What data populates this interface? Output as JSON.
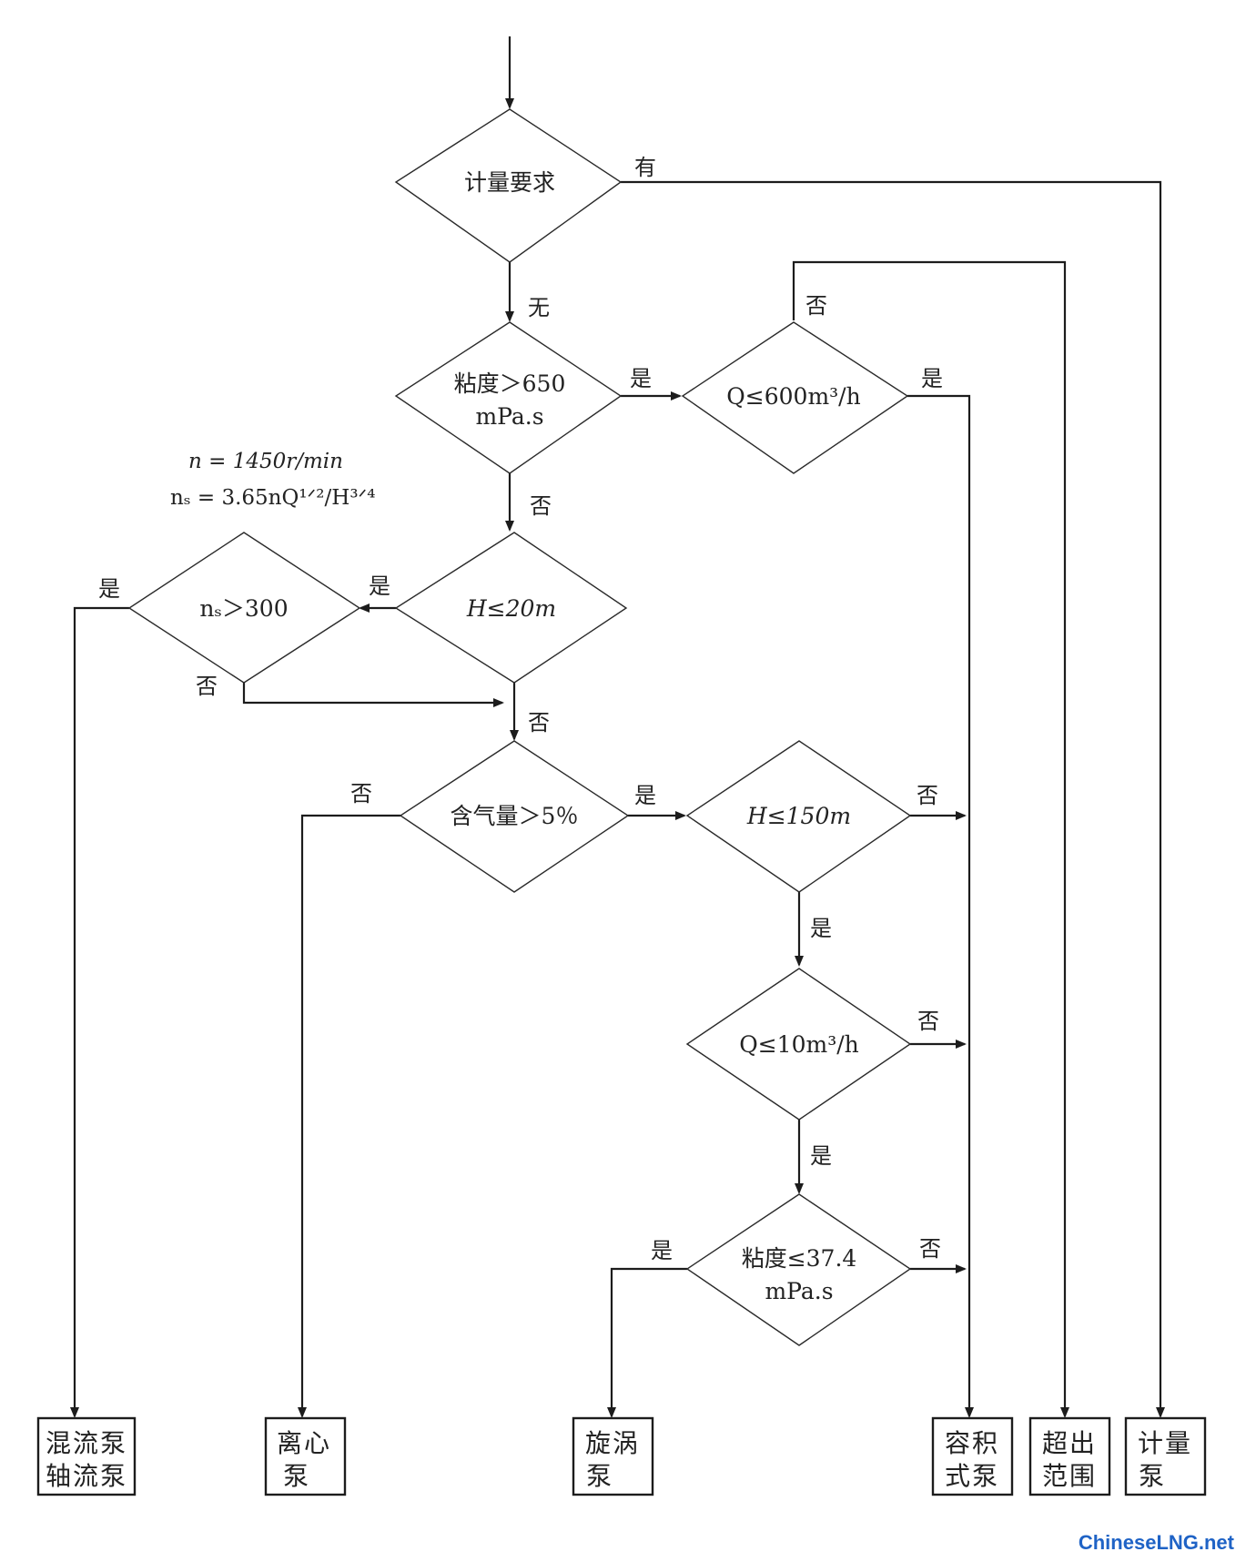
{
  "decisions": {
    "meter": {
      "text": "计量要求"
    },
    "viscosity_650": {
      "line1": "粘度＞650",
      "line2": "mPa.s"
    },
    "q_600": {
      "text": "Q≤600m³/h"
    },
    "h_20": {
      "text": "H≤20m"
    },
    "ns_300": {
      "text": "nₛ＞300"
    },
    "gas_5": {
      "text": "含气量＞5％"
    },
    "h_150": {
      "text": "H≤150m"
    },
    "q_10": {
      "text": "Q≤10m³/h"
    },
    "viscosity_37": {
      "line1": "粘度≤37.4",
      "line2": "mPa.s"
    }
  },
  "formula": {
    "line1": "n = 1450r/min",
    "line2": "nₛ = 3.65nQ¹ᐟ²/H³ᐟ⁴"
  },
  "edge_labels": {
    "meter_yes": "有",
    "meter_no": "无",
    "visc650_yes": "是",
    "visc650_no": "否",
    "q600_no": "否",
    "q600_yes": "是",
    "h20_yes": "是",
    "h20_no": "否",
    "ns300_yes": "是",
    "ns300_no": "否",
    "gas_no": "否",
    "gas_yes": "是",
    "h150_no": "否",
    "h150_yes": "是",
    "q10_no": "否",
    "q10_yes": "是",
    "visc37_yes": "是",
    "visc37_no": "否"
  },
  "terminals": {
    "mixed_axial": {
      "line1": "混流泵",
      "line2": "轴流泵"
    },
    "centrifugal": {
      "line1": "离心",
      "line2": "泵"
    },
    "vortex": {
      "line1": "旋涡",
      "line2": "泵"
    },
    "positive_displacement": {
      "line1": "容积",
      "line2": "式泵"
    },
    "out_of_range": {
      "line1": "超出",
      "line2": "范围"
    },
    "metering": {
      "line1": "计量",
      "line2": "泵"
    }
  },
  "watermark": "ChineseLNG.net",
  "colors": {
    "line": "#1c1c1c",
    "text": "#222222",
    "watermark": "#1f63c6"
  }
}
